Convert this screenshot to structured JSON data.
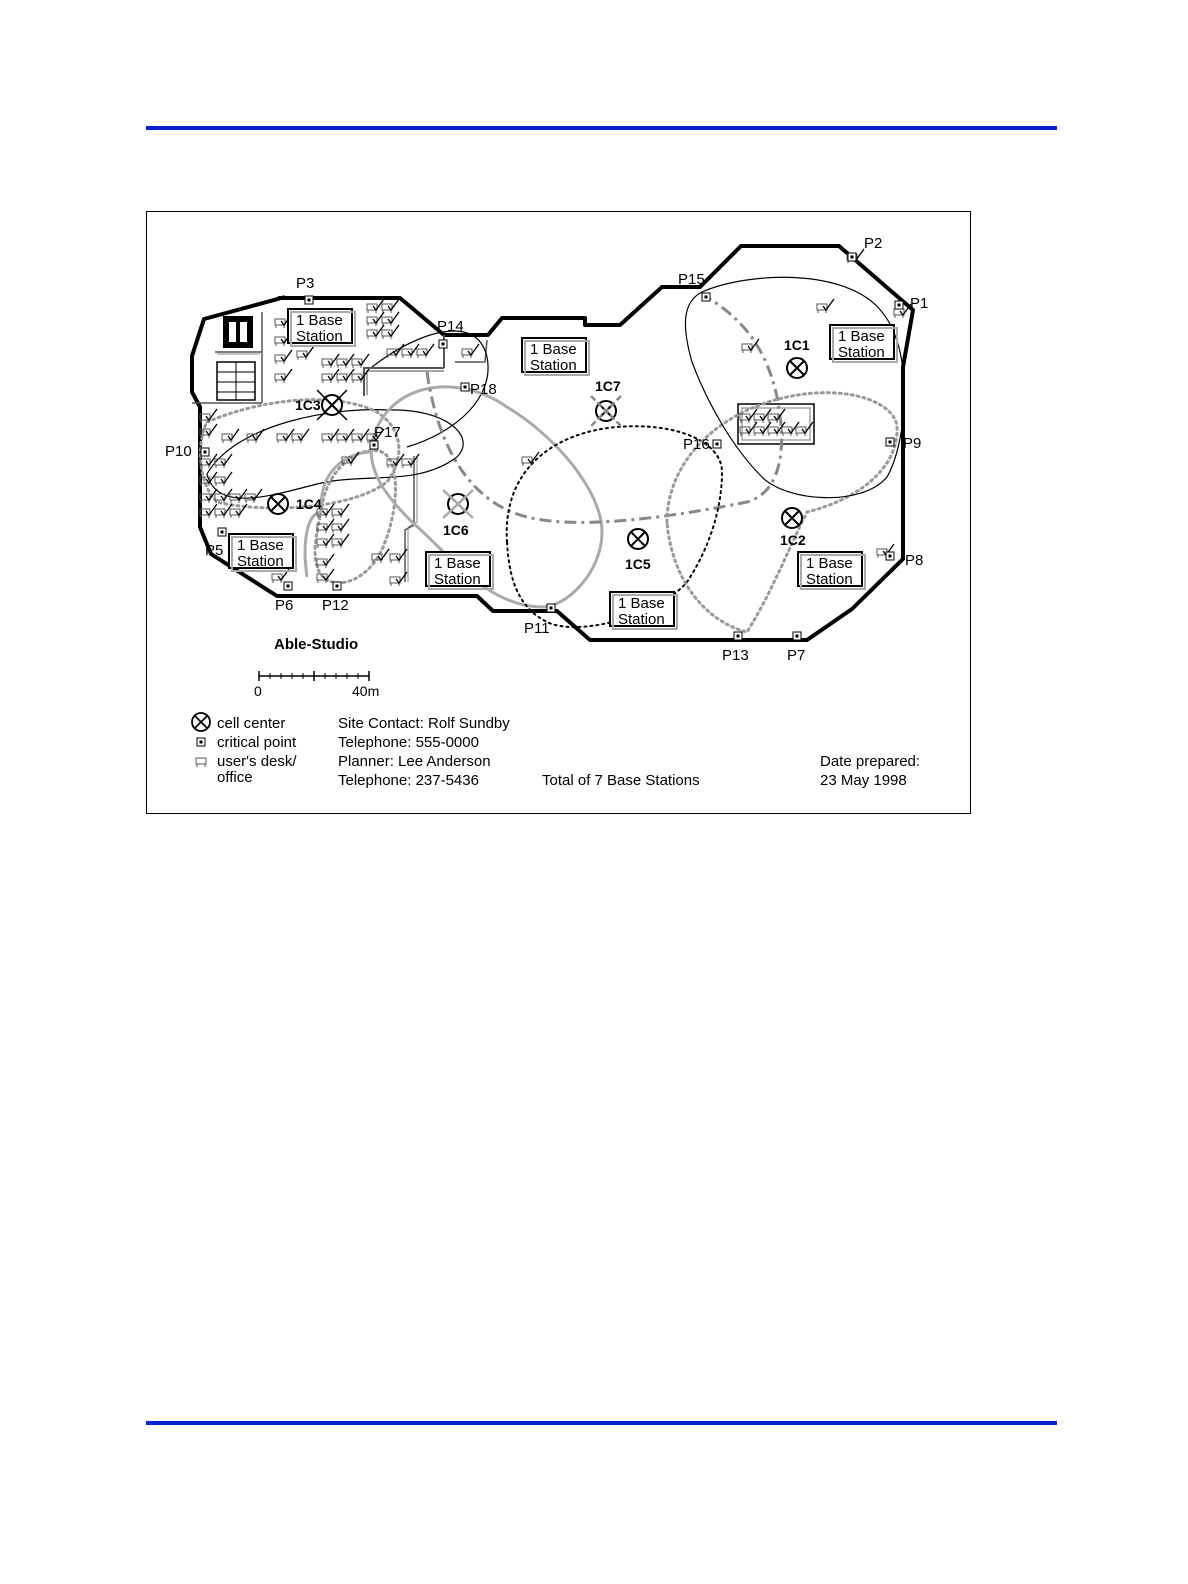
{
  "page": {
    "rule_color": "#0a1fd0"
  },
  "figure": {
    "site_name": "Able-Studio",
    "scale": {
      "start": "0",
      "end": "40m"
    },
    "legend": [
      {
        "icon": "cell-center-icon",
        "label": "cell center"
      },
      {
        "icon": "critical-point-icon",
        "label": "critical point"
      },
      {
        "icon": "user-desk-icon",
        "label": "user's desk/",
        "label2": "office"
      }
    ],
    "contacts": {
      "site_contact": "Site Contact:  Rolf Sundby",
      "site_phone": "Telephone:  555-0000",
      "planner": "Planner:  Lee Anderson",
      "planner_phone": "Telephone:  237-5436"
    },
    "total": "Total of 7 Base Stations",
    "date_label": "Date prepared:",
    "date_value": "23 May 1998",
    "base_station_label": {
      "line1": "1 Base",
      "line2": "Station"
    },
    "cells": [
      "1C1",
      "1C2",
      "1C3",
      "1C4",
      "1C5",
      "1C6",
      "1C7"
    ],
    "points": [
      "P1",
      "P2",
      "P3",
      "P5",
      "P6",
      "P7",
      "P8",
      "P9",
      "P10",
      "P11",
      "P12",
      "P13",
      "P14",
      "P15",
      "P16",
      "P17",
      "P18"
    ]
  }
}
